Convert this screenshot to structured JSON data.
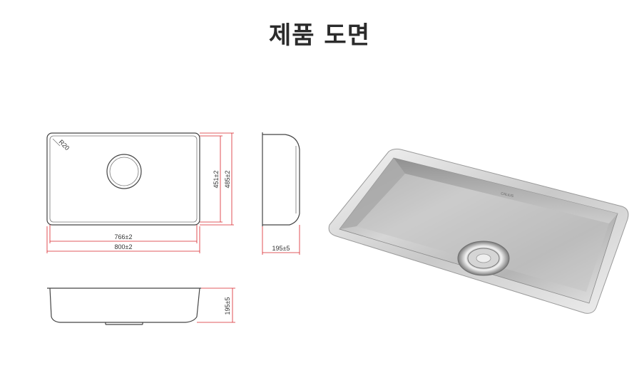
{
  "title": "제품 도면",
  "dimensions": {
    "radius": "R20",
    "inner_width": "766±2",
    "outer_width": "800±2",
    "inner_height": "451±2",
    "outer_height": "485±2",
    "side_depth": "195±5",
    "front_depth": "195±5"
  },
  "product_logo_text": "CALIUS",
  "colors": {
    "dimension_line": "#d9242a",
    "outline": "#444444"
  }
}
